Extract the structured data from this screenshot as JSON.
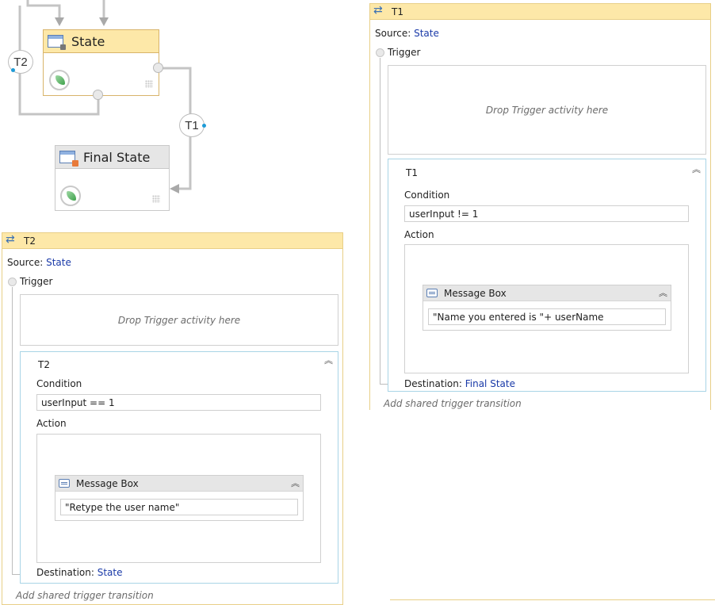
{
  "canvas": {
    "state_title": "State",
    "final_state_title": "Final State",
    "transition_t1_label": "T1",
    "transition_t2_label": "T2"
  },
  "panel_t1": {
    "title": "T1",
    "source_label": "Source:",
    "source_value": "State",
    "trigger_label": "Trigger",
    "drop_trigger_text": "Drop Trigger activity here",
    "transition_name": "T1",
    "condition_label": "Condition",
    "condition_value": "userInput != 1",
    "action_label": "Action",
    "message_box_title": "Message Box",
    "message_box_text": "\"Name you entered is \"+ userName",
    "destination_label": "Destination:",
    "destination_value": "Final State",
    "add_shared_text": "Add shared trigger transition"
  },
  "panel_t2": {
    "title": "T2",
    "source_label": "Source:",
    "source_value": "State",
    "trigger_label": "Trigger",
    "drop_trigger_text": "Drop Trigger activity here",
    "transition_name": "T2",
    "condition_label": "Condition",
    "condition_value": "userInput == 1",
    "action_label": "Action",
    "message_box_title": "Message Box",
    "message_box_text": "\"Retype the user name\"",
    "destination_label": "Destination:",
    "destination_value": "State",
    "add_shared_text": "Add shared trigger transition"
  },
  "icons": {
    "collapse": "double-chevron-up-icon",
    "transition": "transition-icon",
    "state": "state-icon",
    "final_state": "final-state-icon",
    "message_box": "message-box-icon"
  },
  "colors": {
    "header_yellow": "#fde8a8",
    "link_blue": "#1a3aa8",
    "transition_border": "#a9d4e6"
  }
}
